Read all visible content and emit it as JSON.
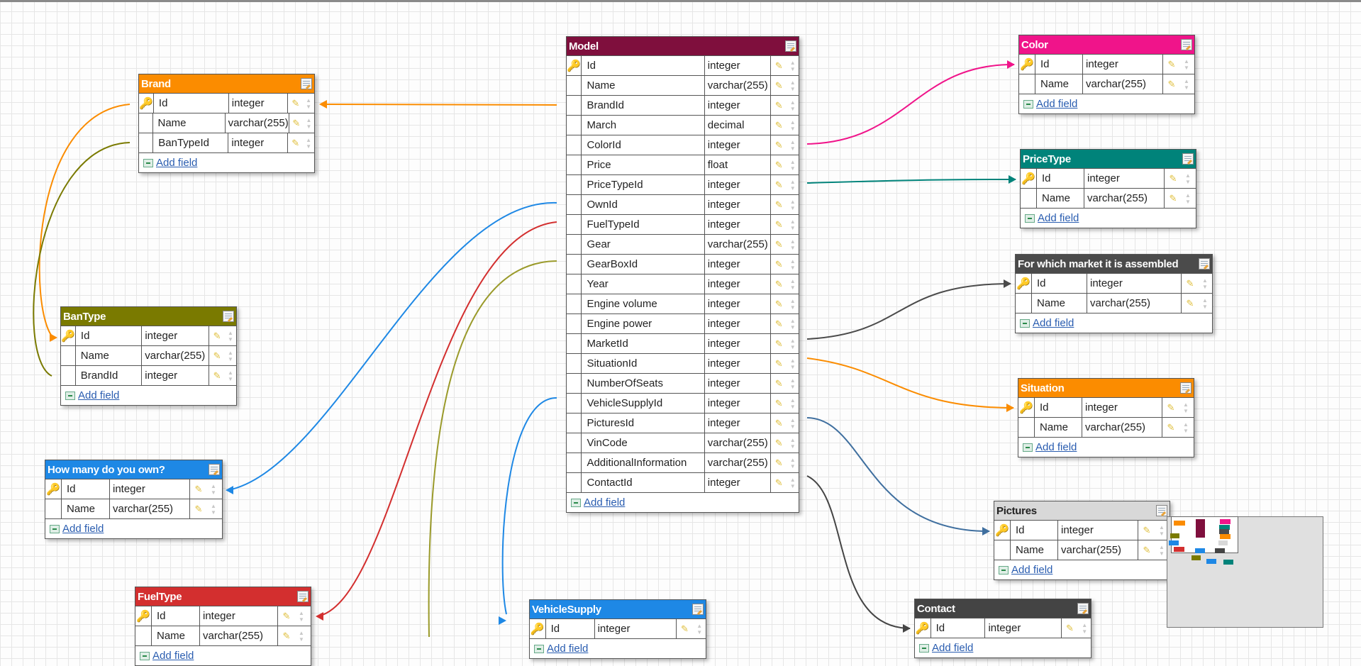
{
  "colors": {
    "model": "#7f0f3d",
    "brand": "#fb8c00",
    "bantype": "#7a7a00",
    "own": "#1e88e5",
    "fuel": "#d32f2f",
    "vehicle_supply": "#1e88e5",
    "color": "#f0148a",
    "price_type": "#00837a",
    "market": "#4b4b4b",
    "situation": "#fb8c00",
    "pictures": "#d8d8d8",
    "contact": "#444444"
  },
  "icons": {
    "primary_key": "key-icon",
    "edit_table": "edit-table-icon",
    "edit_field": "pencil-icon",
    "reorder": "up-down-arrows-icon",
    "add_field": "add-field-icon"
  },
  "add_field_label": "Add field",
  "tables": {
    "brand": {
      "title": "Brand",
      "fields": [
        {
          "name": "Id",
          "type": "integer",
          "pk": true
        },
        {
          "name": "Name",
          "type": "varchar(255)"
        },
        {
          "name": "BanTypeId",
          "type": "integer"
        }
      ]
    },
    "bantype": {
      "title": "BanType",
      "fields": [
        {
          "name": "Id",
          "type": "integer",
          "pk": true
        },
        {
          "name": "Name",
          "type": "varchar(255)"
        },
        {
          "name": "BrandId",
          "type": "integer"
        }
      ]
    },
    "own": {
      "title": "How many do you own?",
      "fields": [
        {
          "name": "Id",
          "type": "integer",
          "pk": true
        },
        {
          "name": "Name",
          "type": "varchar(255)"
        }
      ]
    },
    "fuel": {
      "title": "FuelType",
      "fields": [
        {
          "name": "Id",
          "type": "integer",
          "pk": true
        },
        {
          "name": "Name",
          "type": "varchar(255)"
        }
      ]
    },
    "model": {
      "title": "Model",
      "fields": [
        {
          "name": "Id",
          "type": "integer",
          "pk": true
        },
        {
          "name": "Name",
          "type": "varchar(255)"
        },
        {
          "name": "BrandId",
          "type": "integer"
        },
        {
          "name": "March",
          "type": "decimal"
        },
        {
          "name": "ColorId",
          "type": "integer"
        },
        {
          "name": "Price",
          "type": "float"
        },
        {
          "name": "PriceTypeId",
          "type": "integer"
        },
        {
          "name": "OwnId",
          "type": "integer"
        },
        {
          "name": "FuelTypeId",
          "type": "integer"
        },
        {
          "name": "Gear",
          "type": "varchar(255)"
        },
        {
          "name": "GearBoxId",
          "type": "integer"
        },
        {
          "name": "Year",
          "type": "integer"
        },
        {
          "name": "Engine volume",
          "type": "integer"
        },
        {
          "name": "Engine power",
          "type": "integer"
        },
        {
          "name": "MarketId",
          "type": "integer"
        },
        {
          "name": "SituationId",
          "type": "integer"
        },
        {
          "name": "NumberOfSeats",
          "type": "integer"
        },
        {
          "name": "VehicleSupplyId",
          "type": "integer"
        },
        {
          "name": "PicturesId",
          "type": "integer"
        },
        {
          "name": "VinCode",
          "type": "varchar(255)"
        },
        {
          "name": "AdditionalInformation",
          "type": "varchar(255)"
        },
        {
          "name": "ContactId",
          "type": "integer"
        }
      ]
    },
    "vehicle_supply": {
      "title": "VehicleSupply",
      "fields": [
        {
          "name": "Id",
          "type": "integer",
          "pk": true
        }
      ]
    },
    "color": {
      "title": "Color",
      "fields": [
        {
          "name": "Id",
          "type": "integer",
          "pk": true
        },
        {
          "name": "Name",
          "type": "varchar(255)"
        }
      ]
    },
    "price_type": {
      "title": "PriceType",
      "fields": [
        {
          "name": "Id",
          "type": "integer",
          "pk": true
        },
        {
          "name": "Name",
          "type": "varchar(255)"
        }
      ]
    },
    "market": {
      "title": "For which market it is assembled",
      "fields": [
        {
          "name": "Id",
          "type": "integer",
          "pk": true
        },
        {
          "name": "Name",
          "type": "varchar(255)"
        }
      ]
    },
    "situation": {
      "title": "Situation",
      "fields": [
        {
          "name": "Id",
          "type": "integer",
          "pk": true
        },
        {
          "name": "Name",
          "type": "varchar(255)"
        }
      ]
    },
    "pictures": {
      "title": "Pictures",
      "fields": [
        {
          "name": "Id",
          "type": "integer",
          "pk": true
        },
        {
          "name": "Name",
          "type": "varchar(255)"
        }
      ]
    },
    "contact": {
      "title": "Contact",
      "fields": [
        {
          "name": "Id",
          "type": "integer",
          "pk": true
        }
      ]
    }
  }
}
